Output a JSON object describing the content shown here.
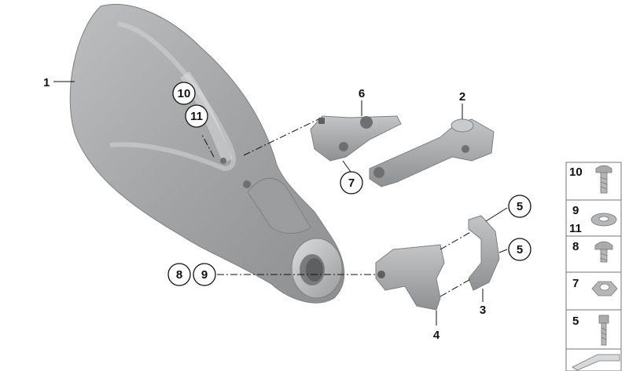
{
  "callouts": {
    "c1": "1",
    "c2": "2",
    "c3": "3",
    "c4": "4",
    "c5a": "5",
    "c5b": "5",
    "c6": "6",
    "c7": "7",
    "c8": "8",
    "c9": "9",
    "c10": "10",
    "c11": "11"
  },
  "legend": {
    "row1": "10",
    "row2a": "9",
    "row2b": "11",
    "row3": "8",
    "row4": "7",
    "row5": "5"
  },
  "colors": {
    "part_gray": "#a7a8aa",
    "part_dark": "#8a8b8d",
    "part_light": "#c6c7c9"
  }
}
